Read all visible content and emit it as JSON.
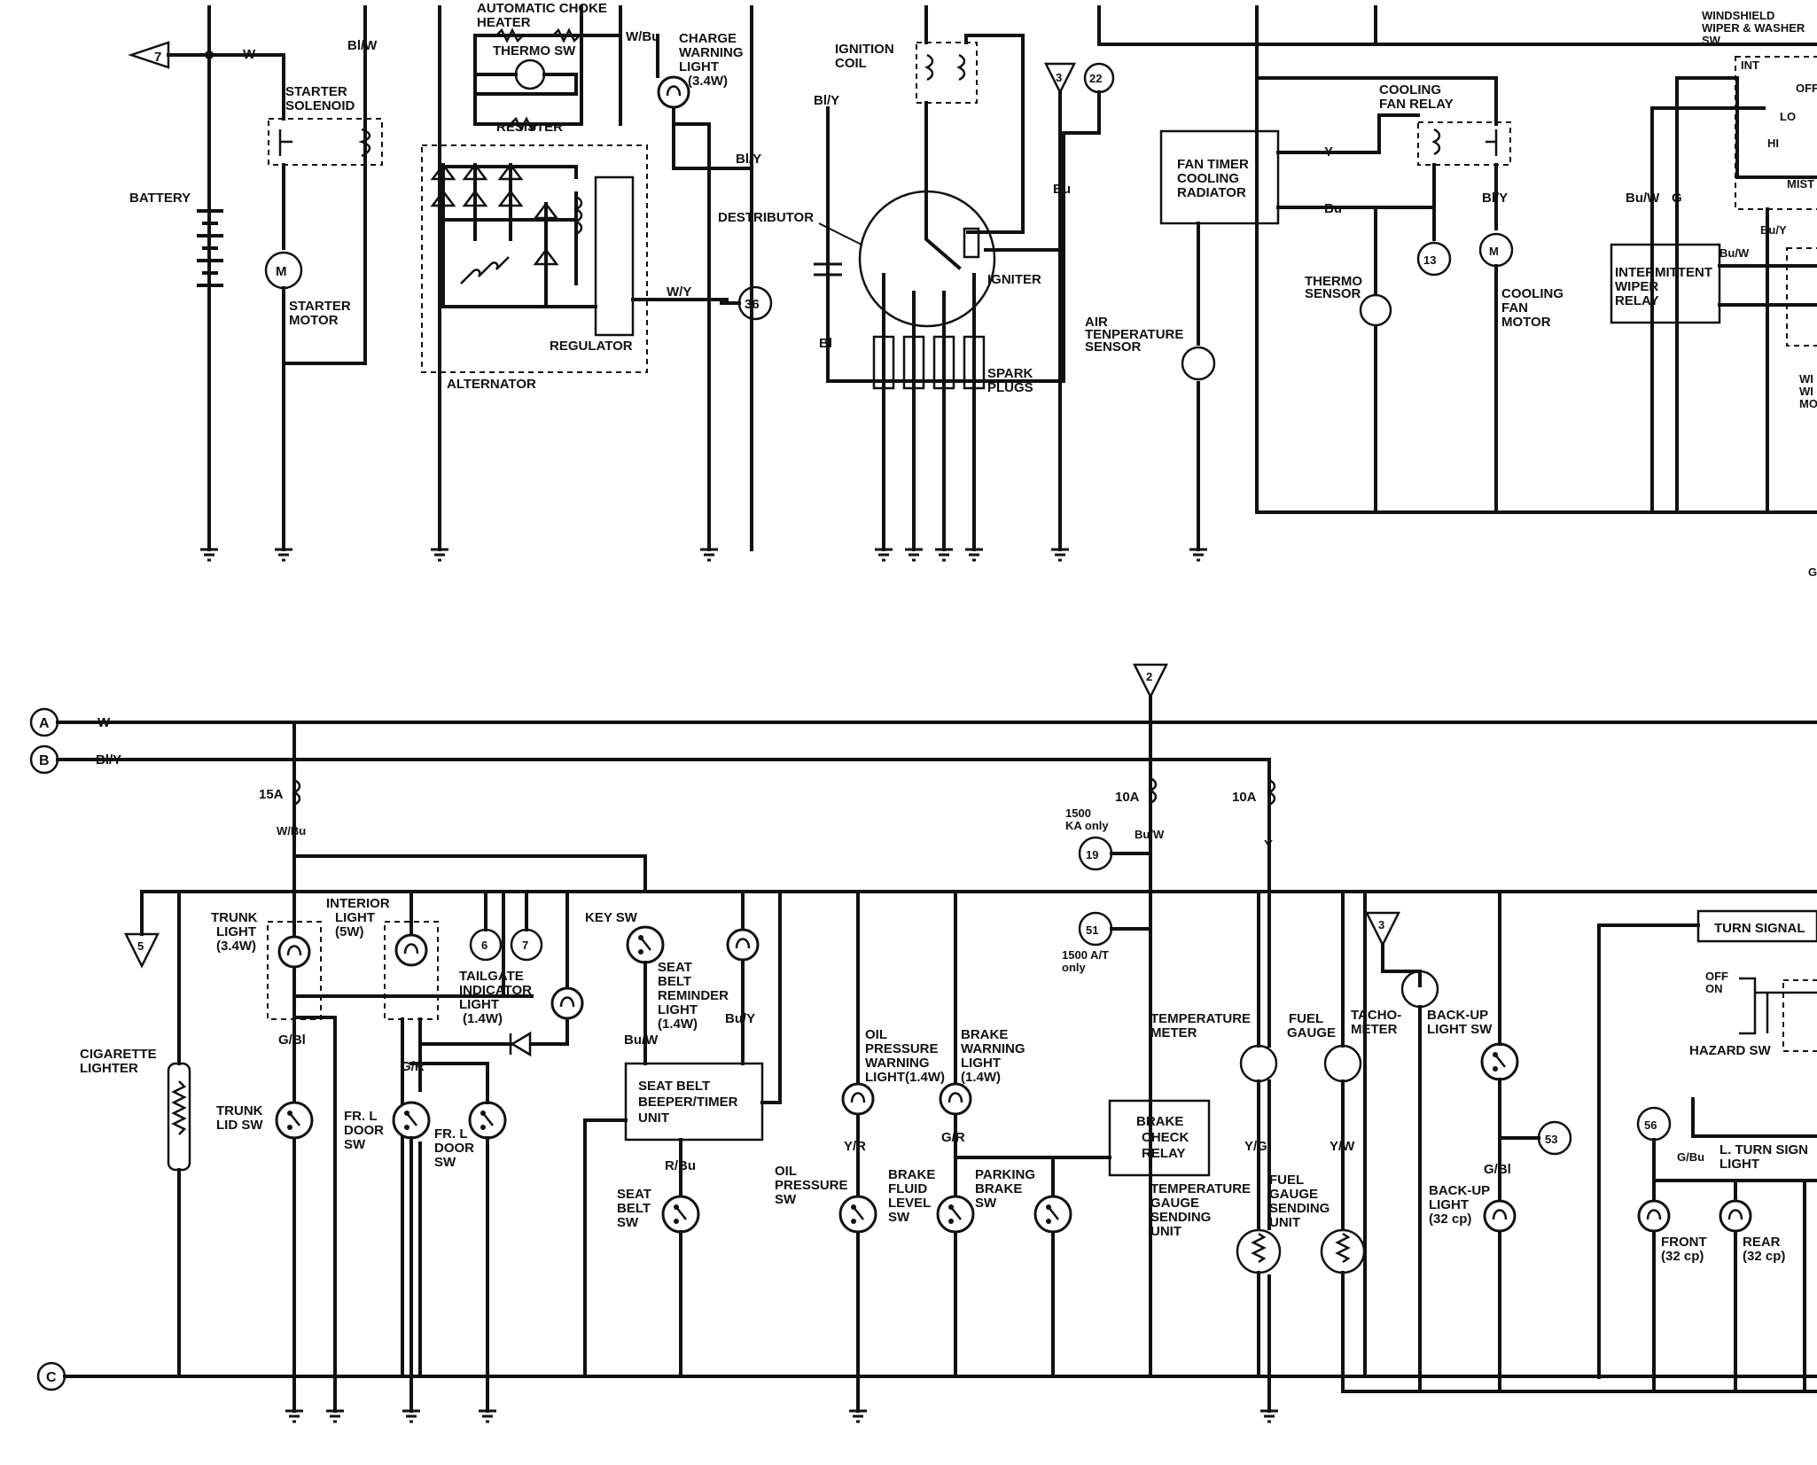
{
  "upper": {
    "seven": "7",
    "w": "W",
    "bl_w": "Bl/W",
    "battery": "BATTERY",
    "starter_solenoid": [
      "STARTER",
      "SOLENOID"
    ],
    "starter_motor": [
      "STARTER",
      "MOTOR"
    ],
    "auto_choke": [
      "AUTOMATIC CHOKE",
      "HEATER"
    ],
    "thermo_sw": "THERMO SW",
    "w_bu": "W/Bu",
    "charge_light": [
      "CHARGE",
      "WARNING",
      "LIGHT",
      "(3.4W)"
    ],
    "resister": "RESISTER",
    "bl_y": "Bl/Y",
    "w_y": "W/Y",
    "n36": "36",
    "regulator": "REGULATOR",
    "alternator": "ALTERNATOR",
    "ignition_coil": [
      "IGNITION",
      "COIL"
    ],
    "bl_y2": "Bl/Y",
    "n3": "3",
    "n22": "22",
    "bu": "Bu",
    "distributor": "DESTRIBUTOR",
    "igniter": "IGNITER",
    "bl": "Bl",
    "spark_plugs": [
      "SPARK",
      "PLUGS"
    ],
    "fan_timer": [
      "FAN TIMER",
      "COOLING",
      "RADIATOR"
    ],
    "y": "Y",
    "bu2": "Bu",
    "cooling_fan_relay": [
      "COOLING",
      "FAN RELAY"
    ],
    "bl_y3": "Bl/Y",
    "n13": "13",
    "thermo_sensor": [
      "THERMO",
      "SENSOR"
    ],
    "cooling_fan_motor": [
      "COOLING",
      "FAN",
      "MOTOR"
    ],
    "air_temp_sensor": [
      "AIR",
      "TENPERATURE",
      "SENSOR"
    ],
    "windshield_sw": [
      "WINDSHIELD",
      "WIPER & WASHER",
      "SW"
    ],
    "int": "INT",
    "off": "OFF",
    "lo": "LO",
    "hi": "HI",
    "mist": "MIST",
    "bu_w": "Bu/W",
    "g": "G",
    "bu_y": "Bu/Y",
    "bu_w2": "Bu/W",
    "int_wiper_relay": [
      "INTERMITTENT",
      "WIPER",
      "RELAY"
    ],
    "wiper_motor": [
      "WI",
      "WI",
      "MO"
    ],
    "g2": "G"
  },
  "lower": {
    "bus_a": "A",
    "bus_b": "B",
    "bus_c": "C",
    "w": "W",
    "bl_y": "Bl/Y",
    "n2": "2",
    "fuse15": "15A",
    "w_bu": "W/Bu",
    "fuse10a": "10A",
    "fuse10b": "10A",
    "ka_only": [
      "1500",
      "KA only"
    ],
    "bu_w": "Bu/W",
    "y": "Y",
    "n19": "19",
    "n51": "51",
    "at_only": [
      "1500 A/T",
      "only"
    ],
    "n5": "5",
    "trunk_light": [
      "TRUNK",
      "LIGHT",
      "(3.4W)"
    ],
    "interior_light": [
      "INTERIOR",
      "LIGHT",
      "(5W)"
    ],
    "n6": "6",
    "n7": "7",
    "tailgate": [
      "TAILGATE",
      "INDICATOR",
      "LIGHT",
      "(1.4W)"
    ],
    "key_sw": "KEY SW",
    "seat_belt_light": [
      "SEAT",
      "BELT",
      "REMINDER",
      "LIGHT",
      "(1.4W)"
    ],
    "bu_y": "Bu/Y",
    "bu_w2": "Bu/W",
    "cigarette": [
      "CIGARETTE",
      "LIGHTER"
    ],
    "g_bl": "G/Bl",
    "g_r": "G/R",
    "trunk_lid_sw": [
      "TRUNK",
      "LID SW"
    ],
    "fr_l_door": [
      "FR. L",
      "DOOR",
      "SW"
    ],
    "fr_l_door2": [
      "FR. L",
      "DOOR",
      "SW"
    ],
    "beeper": [
      "SEAT BELT",
      "BEEPER/TIMER",
      "UNIT"
    ],
    "r_bu": "R/Bu",
    "seat_belt_sw": [
      "SEAT",
      "BELT",
      "SW"
    ],
    "oil_light": [
      "OIL",
      "PRESSURE",
      "WARNING",
      "LIGHT(1.4W)"
    ],
    "brake_light": [
      "BRAKE",
      "WARNING",
      "LIGHT",
      "(1.4W)"
    ],
    "y_r": "Y/R",
    "g_r2": "G/R",
    "oil_sw": [
      "OIL",
      "PRESSURE",
      "SW"
    ],
    "brake_fluid": [
      "BRAKE",
      "FLUID",
      "LEVEL",
      "SW"
    ],
    "parking_brake": [
      "PARKING",
      "BRAKE",
      "SW"
    ],
    "brake_relay": [
      "BRAKE",
      "CHECK",
      "RELAY"
    ],
    "temp_meter": [
      "TEMPERATURE",
      "METER"
    ],
    "temp_sending": [
      "TEMPERATURE",
      "GAUGE",
      "SENDING",
      "UNIT"
    ],
    "fuel_gauge": [
      "FUEL",
      "GAUGE"
    ],
    "y_g": "Y/G",
    "y_w": "Y/W",
    "fuel_sending": [
      "FUEL",
      "GAUGE",
      "SENDING",
      "UNIT"
    ],
    "n3": "3",
    "tacho": [
      "TACHO-",
      "METER"
    ],
    "backup_sw": [
      "BACK-UP",
      "LIGHT SW"
    ],
    "n53": "53",
    "g_bl2": "G/Bl",
    "backup_light": [
      "BACK-UP",
      "LIGHT",
      "(32 cp)"
    ],
    "turn_signal": "TURN SIGNAL",
    "off_on": [
      "OFF",
      "ON"
    ],
    "hazard_sw": "HAZARD SW",
    "n56": "56",
    "g_bu": "G/Bu",
    "l_turn": [
      "L. TURN SIGN",
      "LIGHT"
    ],
    "front": [
      "FRONT",
      "(32 cp)"
    ],
    "rear": [
      "REAR",
      "(32 cp)"
    ]
  }
}
